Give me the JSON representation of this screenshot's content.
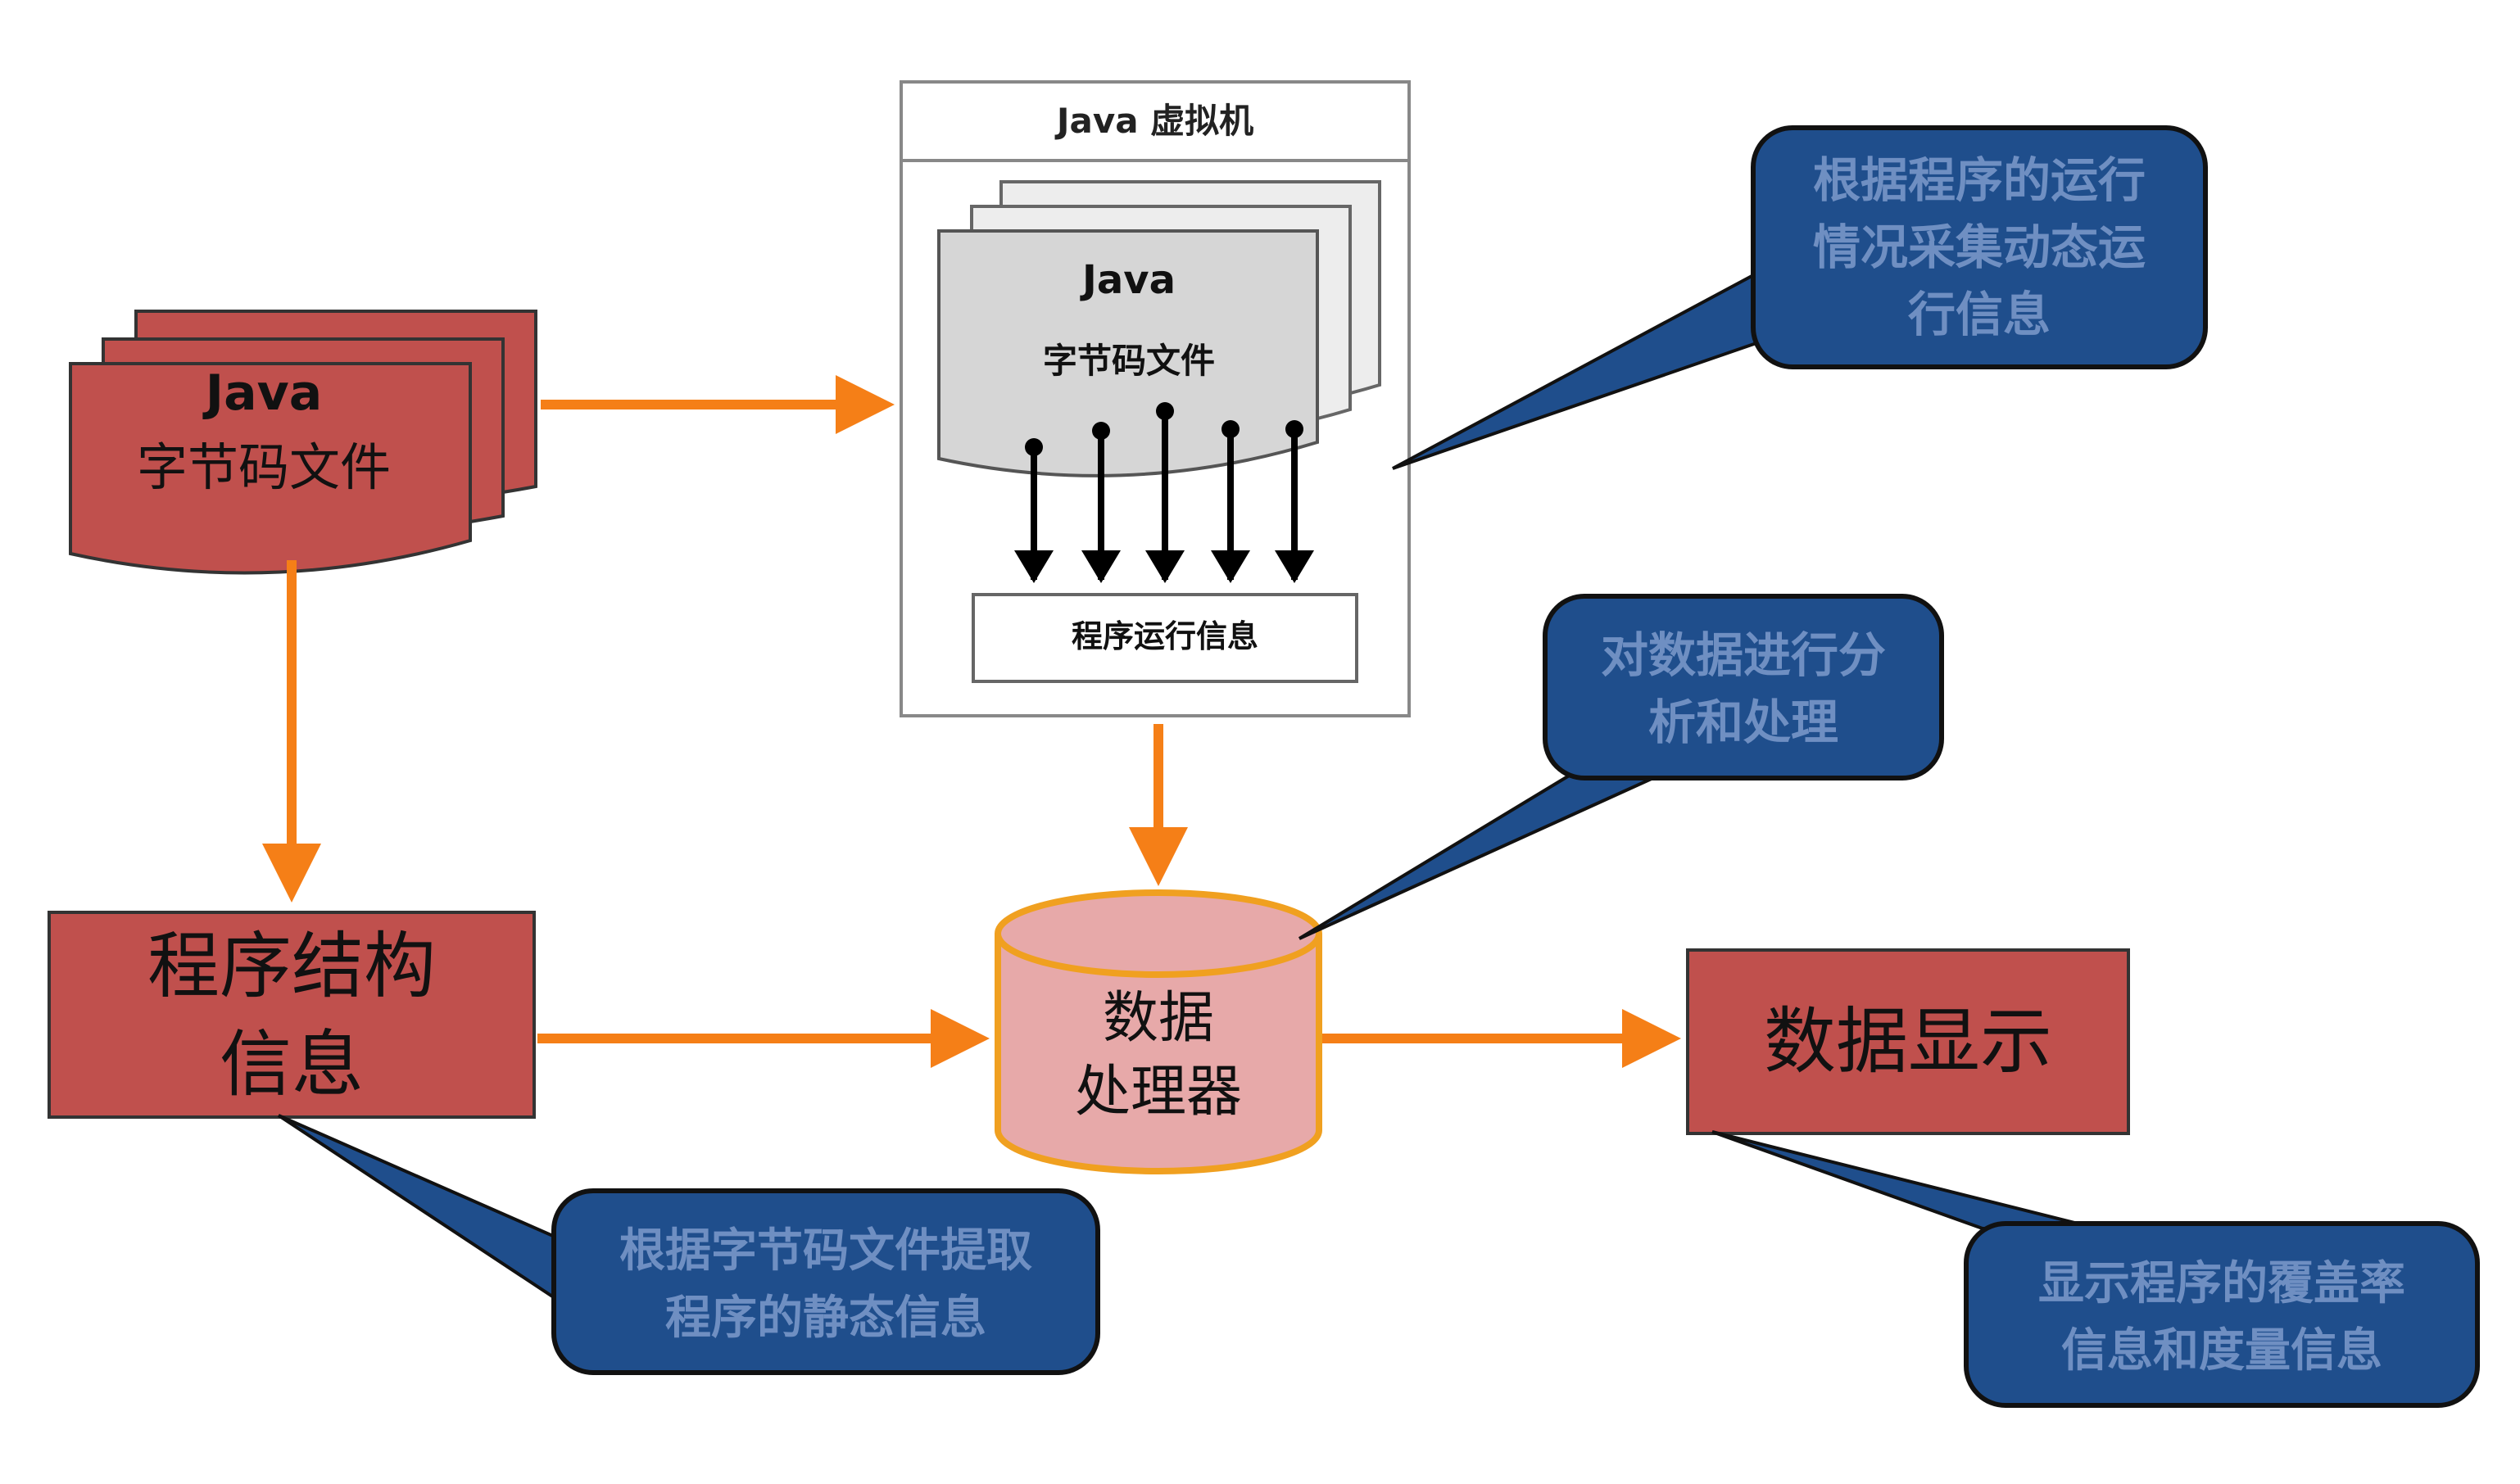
{
  "jvm": {
    "title": "Java 虚拟机",
    "bytecode_line1": "Java",
    "bytecode_line2": "字节码文件",
    "runtime_info": "程序运行信息"
  },
  "input_doc": {
    "line1": "Java",
    "line2": "字节码文件"
  },
  "structure": {
    "line1": "程序结构",
    "line2": "信息"
  },
  "processor": {
    "line1": "数据",
    "line2": "处理器"
  },
  "display": {
    "label": "数据显示"
  },
  "callouts": {
    "runtime": [
      "根据程序的运行",
      "情况采集动态运",
      "行信息"
    ],
    "analysis": [
      "对数据进行分",
      "析和处理"
    ],
    "static": [
      "根据字节码文件提取",
      "程序的静态信息"
    ],
    "coverage": [
      "显示程序的覆盖率",
      "信息和度量信息"
    ]
  },
  "colors": {
    "red_box": "#c0504d",
    "orange_arrow": "#f57f17",
    "callout_fill": "#1f4e8c",
    "callout_text": "#6f8fc2",
    "cylinder_fill": "#e7a9a9",
    "cylinder_border": "#f0a020"
  }
}
